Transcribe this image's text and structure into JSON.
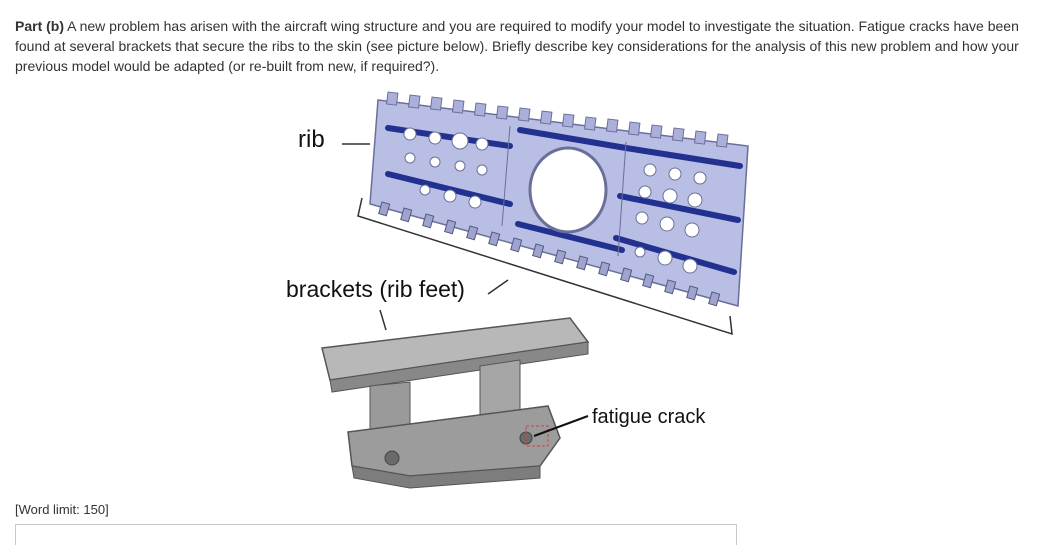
{
  "question": {
    "part_label": "Part (b)",
    "text": "A new problem has arisen with the aircraft wing structure and you are required to modify your model to investigate the situation. Fatigue cracks have been found at several brackets that secure the ribs to the skin (see picture below). Briefly describe key considerations for the analysis of this new problem and how your previous model would be adapted (or re-built from new, if required?)."
  },
  "figure": {
    "labels": {
      "rib": "rib",
      "brackets": "brackets (rib feet)",
      "crack": "fatigue crack"
    },
    "colors": {
      "rib_panel": "#b9bee4",
      "stiffener": "#22308f",
      "bracket_metal": "#8e8e8e",
      "crack_marker": "#d04040"
    }
  },
  "answer": {
    "word_limit": "[Word limit: 150]"
  }
}
